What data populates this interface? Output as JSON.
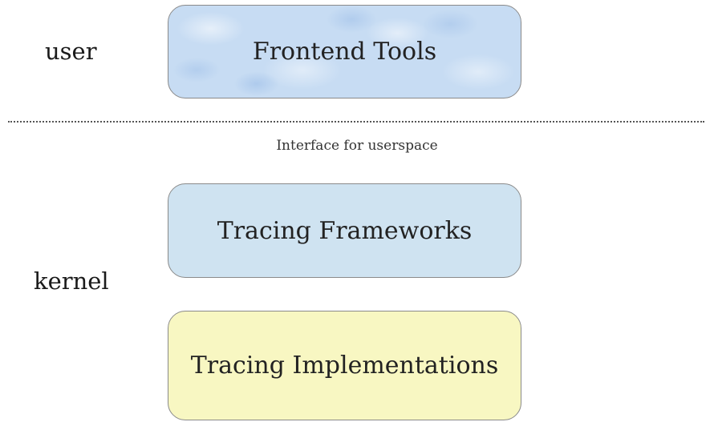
{
  "layers": {
    "user": "user",
    "kernel": "kernel"
  },
  "boxes": {
    "frontend_tools": "Frontend Tools",
    "tracing_frameworks": "Tracing Frameworks",
    "tracing_implementations": "Tracing Implementations"
  },
  "divider_caption": "Interface for userspace",
  "colors": {
    "frontend_fill": "#c7dcf3",
    "frameworks_fill": "#cfe3f1",
    "implementations_fill": "#f8f7c2"
  }
}
